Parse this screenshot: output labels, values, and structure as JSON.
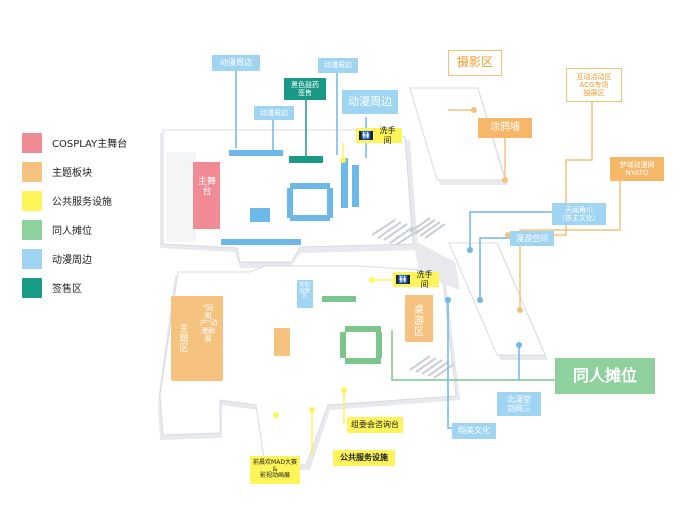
{
  "legend": [
    {
      "label": "COSPLAY主舞台",
      "color": "#f08b96"
    },
    {
      "label": "主题板块",
      "color": "#f6c27f"
    },
    {
      "label": "公共服务设施",
      "color": "#fff45a"
    },
    {
      "label": "同人摊位",
      "color": "#8ed09e"
    },
    {
      "label": "动漫周边",
      "color": "#9fd4f2"
    },
    {
      "label": "签售区",
      "color": "#1a9a86"
    }
  ],
  "labels": {
    "anime_1": "动漫周边",
    "anime_2": "动漫周边",
    "anime_3": "动漫周边",
    "anime_big": "动漫周边",
    "signing_top": "黑色鼓药\n签售",
    "restroom_top": "洗手间",
    "restroom_mid": "洗手间",
    "photo": "摄影区",
    "graffiti": "涂鸦墙",
    "interactive": "互动活动区\nACG专场\n独展区",
    "mengyu": "梦域动漫网\nNYATO",
    "tianwen": "天闻角川\n（铁主文化）",
    "manyou": "漫游空间",
    "doujin": "同人摊位",
    "beiman": "北漫堂\n剑网三",
    "yumei": "翔美文化",
    "committee": "组委会咨询台",
    "public_service": "公共服务设施",
    "mad_contest": "前晨欢MAD大赛\n&\n影视动画展",
    "signing_small": "签售/应援区",
    "main_stage": "主舞台",
    "theme_area": "主题区",
    "theme_exhibit": "\"同期产\"动漫剧展",
    "tabletop": "桌游区"
  }
}
